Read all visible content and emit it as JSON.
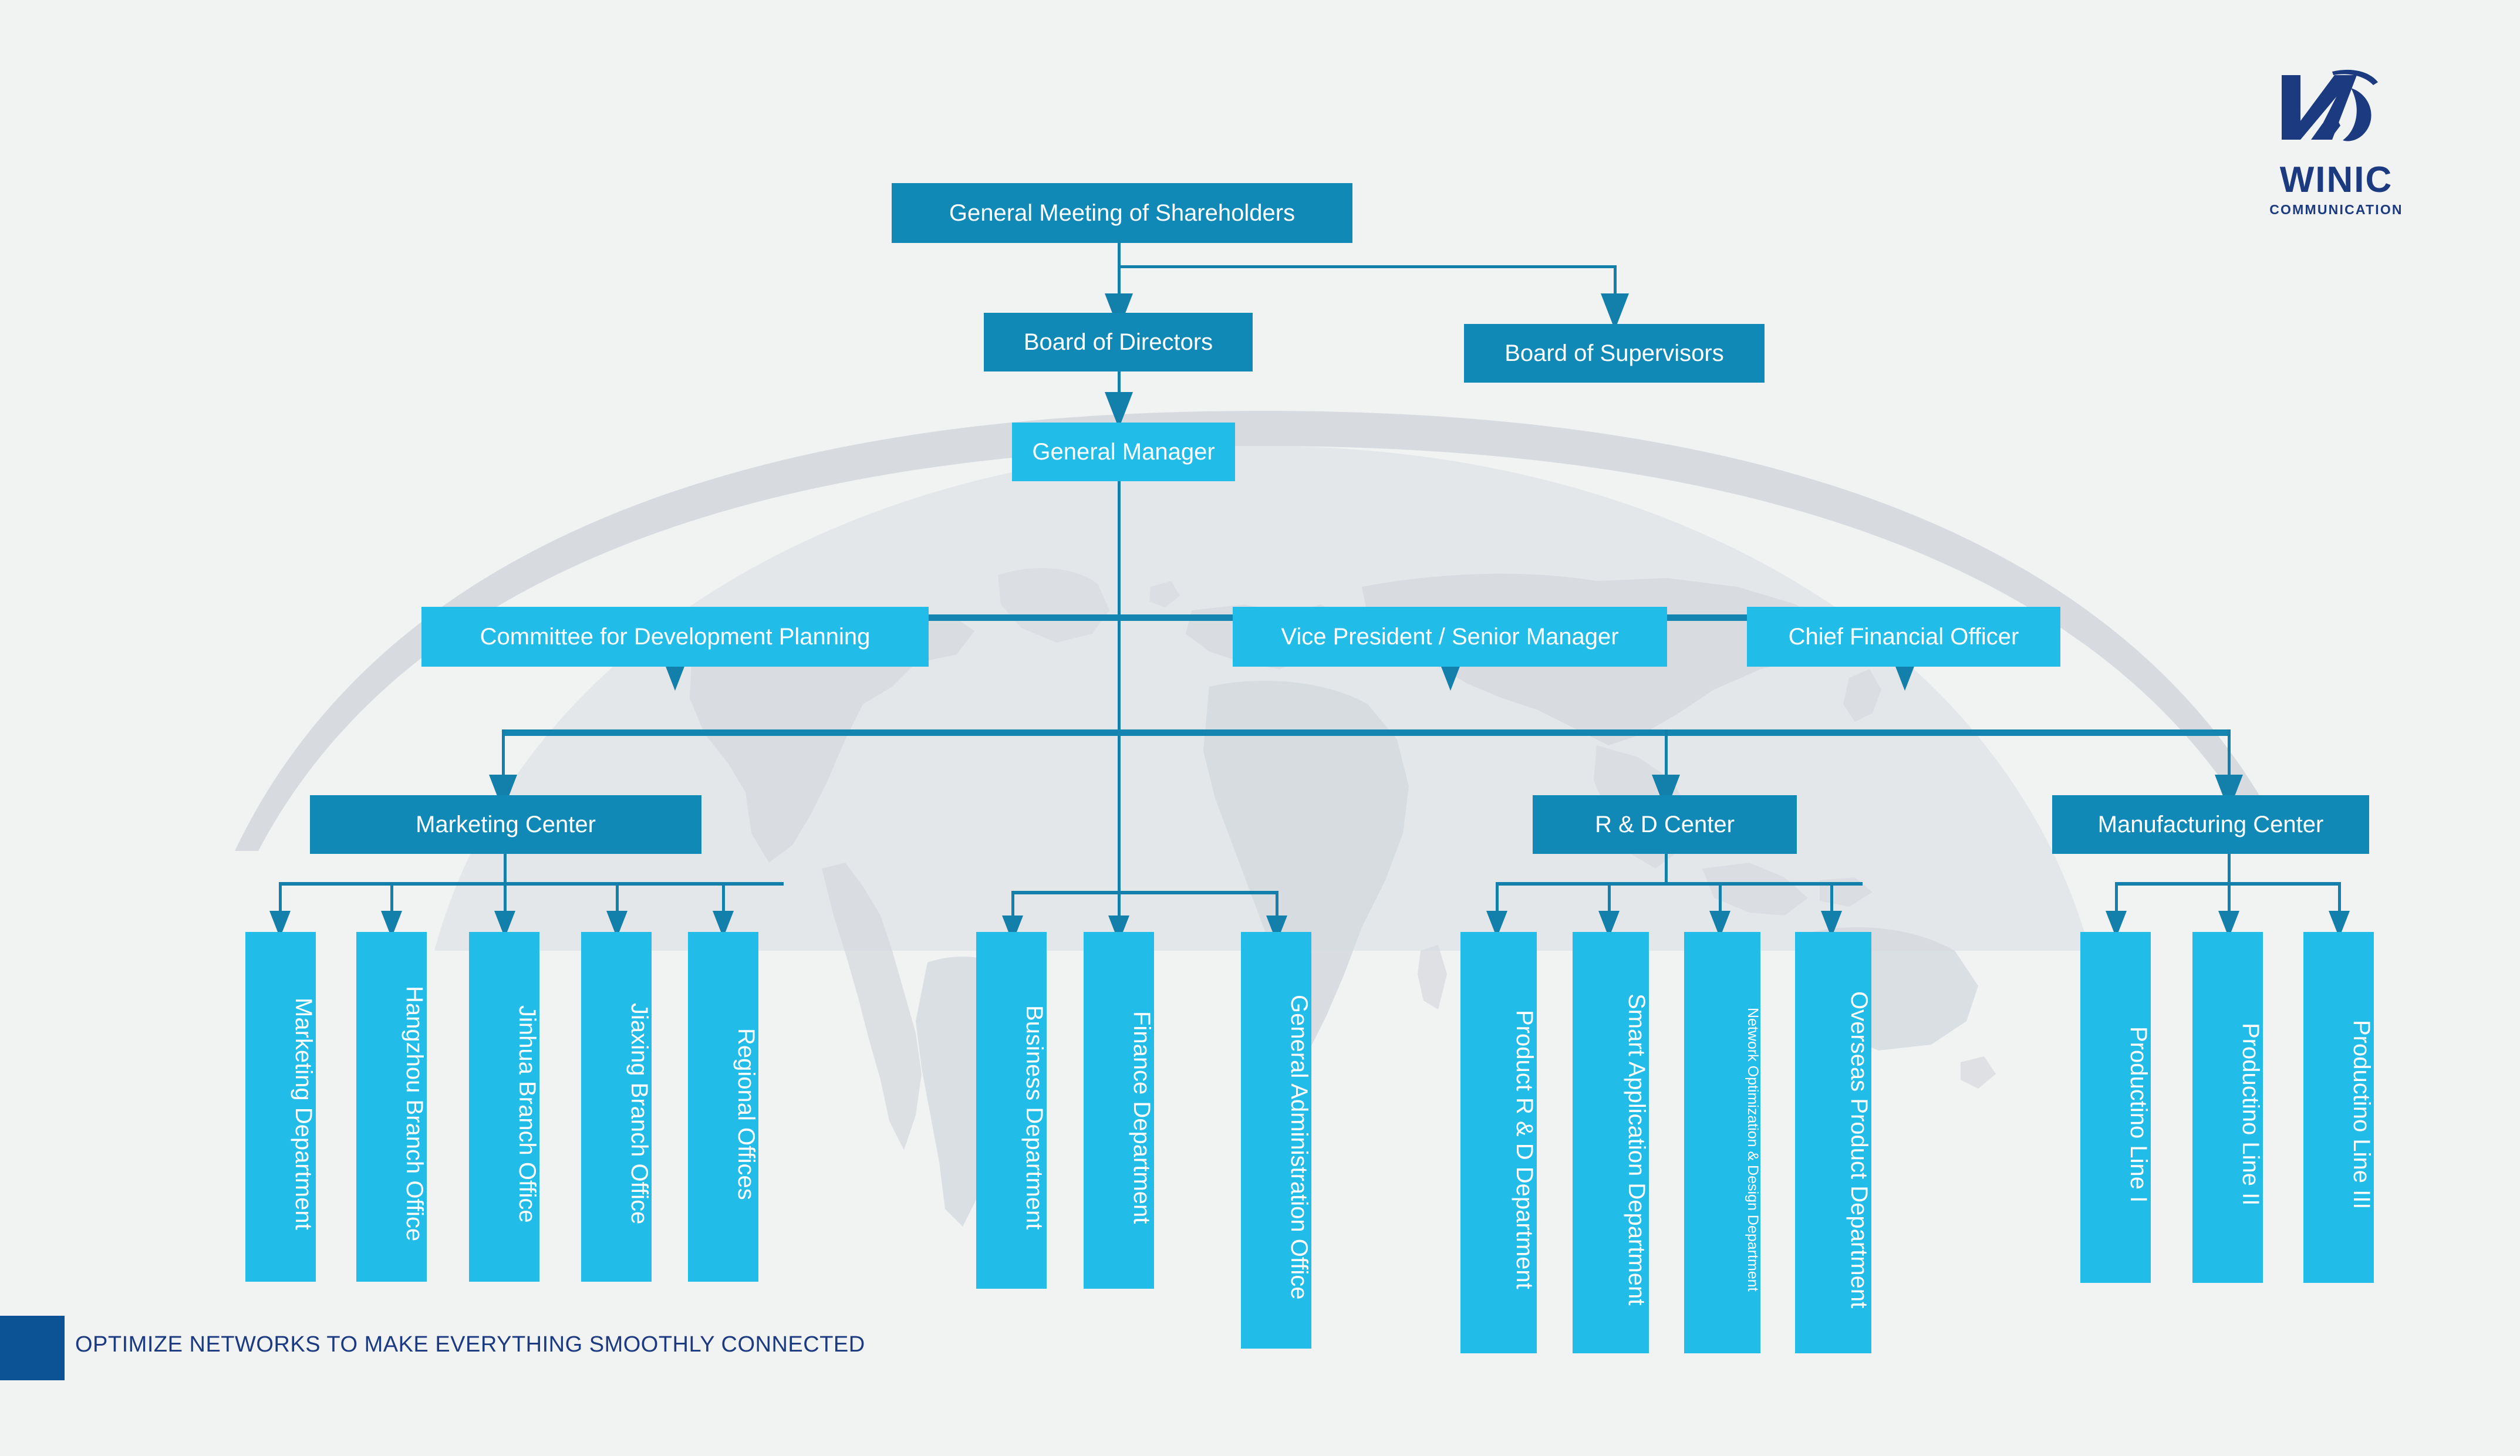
{
  "brand": {
    "logo_word": "WINIC",
    "logo_sub": "COMMUNICATION",
    "logo_mark_name": "winic-w-d-monogram",
    "color_brand_navy": "#1b3a80",
    "color_node_dark": "#1089b7",
    "color_node_light": "#22bce8",
    "color_connector": "#1380ab",
    "color_background": "#f1f2f2",
    "color_map": "#d4d8dd"
  },
  "footer": {
    "tagline": "OPTIMIZE NETWORKS TO MAKE EVERYTHING SMOOTHLY CONNECTED"
  },
  "chart_data": {
    "type": "diagram",
    "subtype": "organization-chart",
    "title": "",
    "levels": 5,
    "nodes": [
      {
        "id": "n1",
        "label": "General Meeting of Shareholders",
        "level": 1,
        "style": "dark",
        "orientation": "horizontal"
      },
      {
        "id": "n2",
        "label": "Board of Directors",
        "level": 2,
        "style": "dark",
        "orientation": "horizontal",
        "parent": "n1"
      },
      {
        "id": "n3",
        "label": "Board of Supervisors",
        "level": 2,
        "style": "dark",
        "orientation": "horizontal",
        "parent": "n1"
      },
      {
        "id": "n4",
        "label": "General Manager",
        "level": 3,
        "style": "light",
        "orientation": "horizontal",
        "parent": "n2"
      },
      {
        "id": "n5",
        "label": "Committee for Development Planning",
        "level": 4,
        "style": "light",
        "orientation": "horizontal",
        "parent": "n4"
      },
      {
        "id": "n6",
        "label": "Vice President / Senior Manager",
        "level": 4,
        "style": "light",
        "orientation": "horizontal",
        "parent": "n4"
      },
      {
        "id": "n7",
        "label": "Chief Financial Officer",
        "level": 4,
        "style": "light",
        "orientation": "horizontal",
        "parent": "n4"
      },
      {
        "id": "n8",
        "label": "Marketing Center",
        "level": 5,
        "style": "dark",
        "orientation": "horizontal",
        "parent": "n4"
      },
      {
        "id": "n9",
        "label": "R & D Center",
        "level": 5,
        "style": "dark",
        "orientation": "horizontal",
        "parent": "n4"
      },
      {
        "id": "n10",
        "label": "Manufacturing Center",
        "level": 5,
        "style": "dark",
        "orientation": "horizontal",
        "parent": "n4"
      },
      {
        "id": "n11",
        "label": "Marketing Department",
        "level": 6,
        "style": "light",
        "orientation": "vertical",
        "parent": "n8"
      },
      {
        "id": "n12",
        "label": "Hangzhou Branch Office",
        "level": 6,
        "style": "light",
        "orientation": "vertical",
        "parent": "n8"
      },
      {
        "id": "n13",
        "label": "Jinhua Branch Office",
        "level": 6,
        "style": "light",
        "orientation": "vertical",
        "parent": "n8"
      },
      {
        "id": "n14",
        "label": "Jiaxing Branch Office",
        "level": 6,
        "style": "light",
        "orientation": "vertical",
        "parent": "n8"
      },
      {
        "id": "n15",
        "label": "Regional Offices",
        "level": 6,
        "style": "light",
        "orientation": "vertical",
        "parent": "n8"
      },
      {
        "id": "n16",
        "label": "Business Department",
        "level": 6,
        "style": "light",
        "orientation": "vertical",
        "parent": "n4"
      },
      {
        "id": "n17",
        "label": "Finance Department",
        "level": 6,
        "style": "light",
        "orientation": "vertical",
        "parent": "n4"
      },
      {
        "id": "n18",
        "label": "General Administration Office",
        "level": 6,
        "style": "light",
        "orientation": "vertical",
        "parent": "n4"
      },
      {
        "id": "n19",
        "label": "Product R & D Department",
        "level": 6,
        "style": "light",
        "orientation": "vertical",
        "parent": "n9"
      },
      {
        "id": "n20",
        "label": "Smart Application Department",
        "level": 6,
        "style": "light",
        "orientation": "vertical",
        "parent": "n9"
      },
      {
        "id": "n21",
        "label": "Network Optimization & Design Department",
        "level": 6,
        "style": "light",
        "orientation": "vertical",
        "parent": "n9",
        "small": true
      },
      {
        "id": "n22",
        "label": "Overseas Product Department",
        "level": 6,
        "style": "light",
        "orientation": "vertical",
        "parent": "n9"
      },
      {
        "id": "n23",
        "label": "Productino Line I",
        "level": 6,
        "style": "light",
        "orientation": "vertical",
        "parent": "n10"
      },
      {
        "id": "n24",
        "label": "Productino Line II",
        "level": 6,
        "style": "light",
        "orientation": "vertical",
        "parent": "n10"
      },
      {
        "id": "n25",
        "label": "Productino Line III",
        "level": 6,
        "style": "light",
        "orientation": "vertical",
        "parent": "n10"
      }
    ]
  },
  "org": {
    "shareholders": "General Meeting of Shareholders",
    "board_directors": "Board of Directors",
    "board_supervisors": "Board of Supervisors",
    "general_manager": "General Manager",
    "committee_dev_planning": "Committee for Development Planning",
    "vp_senior_manager": "Vice President / Senior Manager",
    "cfo": "Chief Financial Officer",
    "marketing_center": "Marketing Center",
    "rd_center": "R & D Center",
    "manufacturing_center": "Manufacturing Center",
    "marketing_children": [
      "Marketing Department",
      "Hangzhou Branch Office",
      "Jinhua Branch Office",
      "Jiaxing Branch Office",
      "Regional Offices"
    ],
    "admin_children": [
      "Business Department",
      "Finance Department",
      "General Administration Office"
    ],
    "rd_children": [
      "Product R & D Department",
      "Smart Application Department",
      "Network Optimization & Design Department",
      "Overseas Product Department"
    ],
    "manufacturing_children": [
      "Productino Line I",
      "Productino Line II",
      "Productino Line III"
    ]
  }
}
